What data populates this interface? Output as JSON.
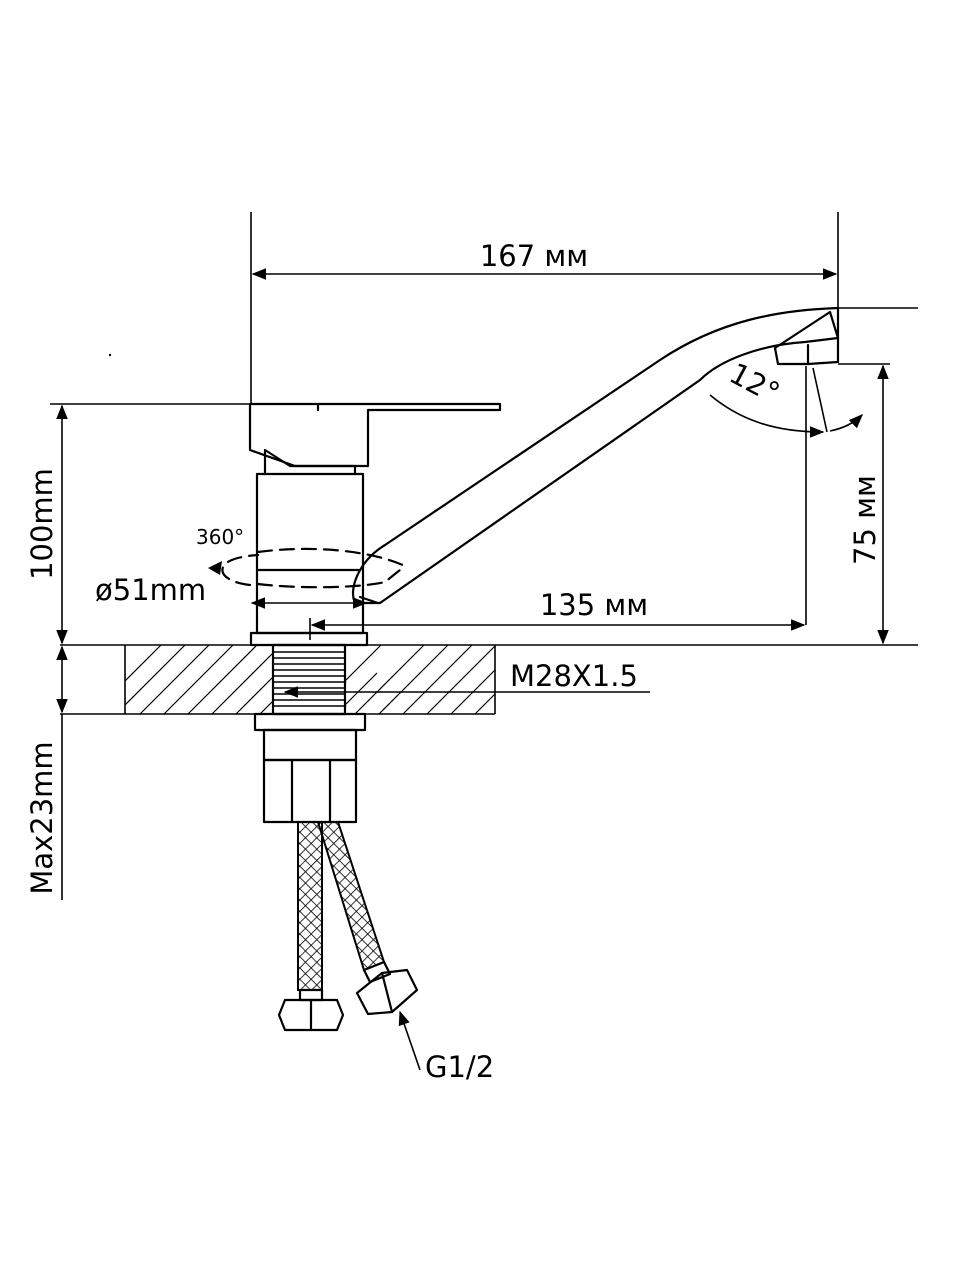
{
  "labels": {
    "width_total": "167 мм",
    "height_body": "100mm",
    "spout_height": "75 мм",
    "spout_reach": "135 мм",
    "rotation": "360°",
    "base_diameter": "ø51mm",
    "thread": "M28X1.5",
    "max_thickness": "Max23mm",
    "hose_thread": "G1/2",
    "aerator_angle": "12°"
  },
  "colors": {
    "line": "#000000",
    "background": "#ffffff"
  }
}
